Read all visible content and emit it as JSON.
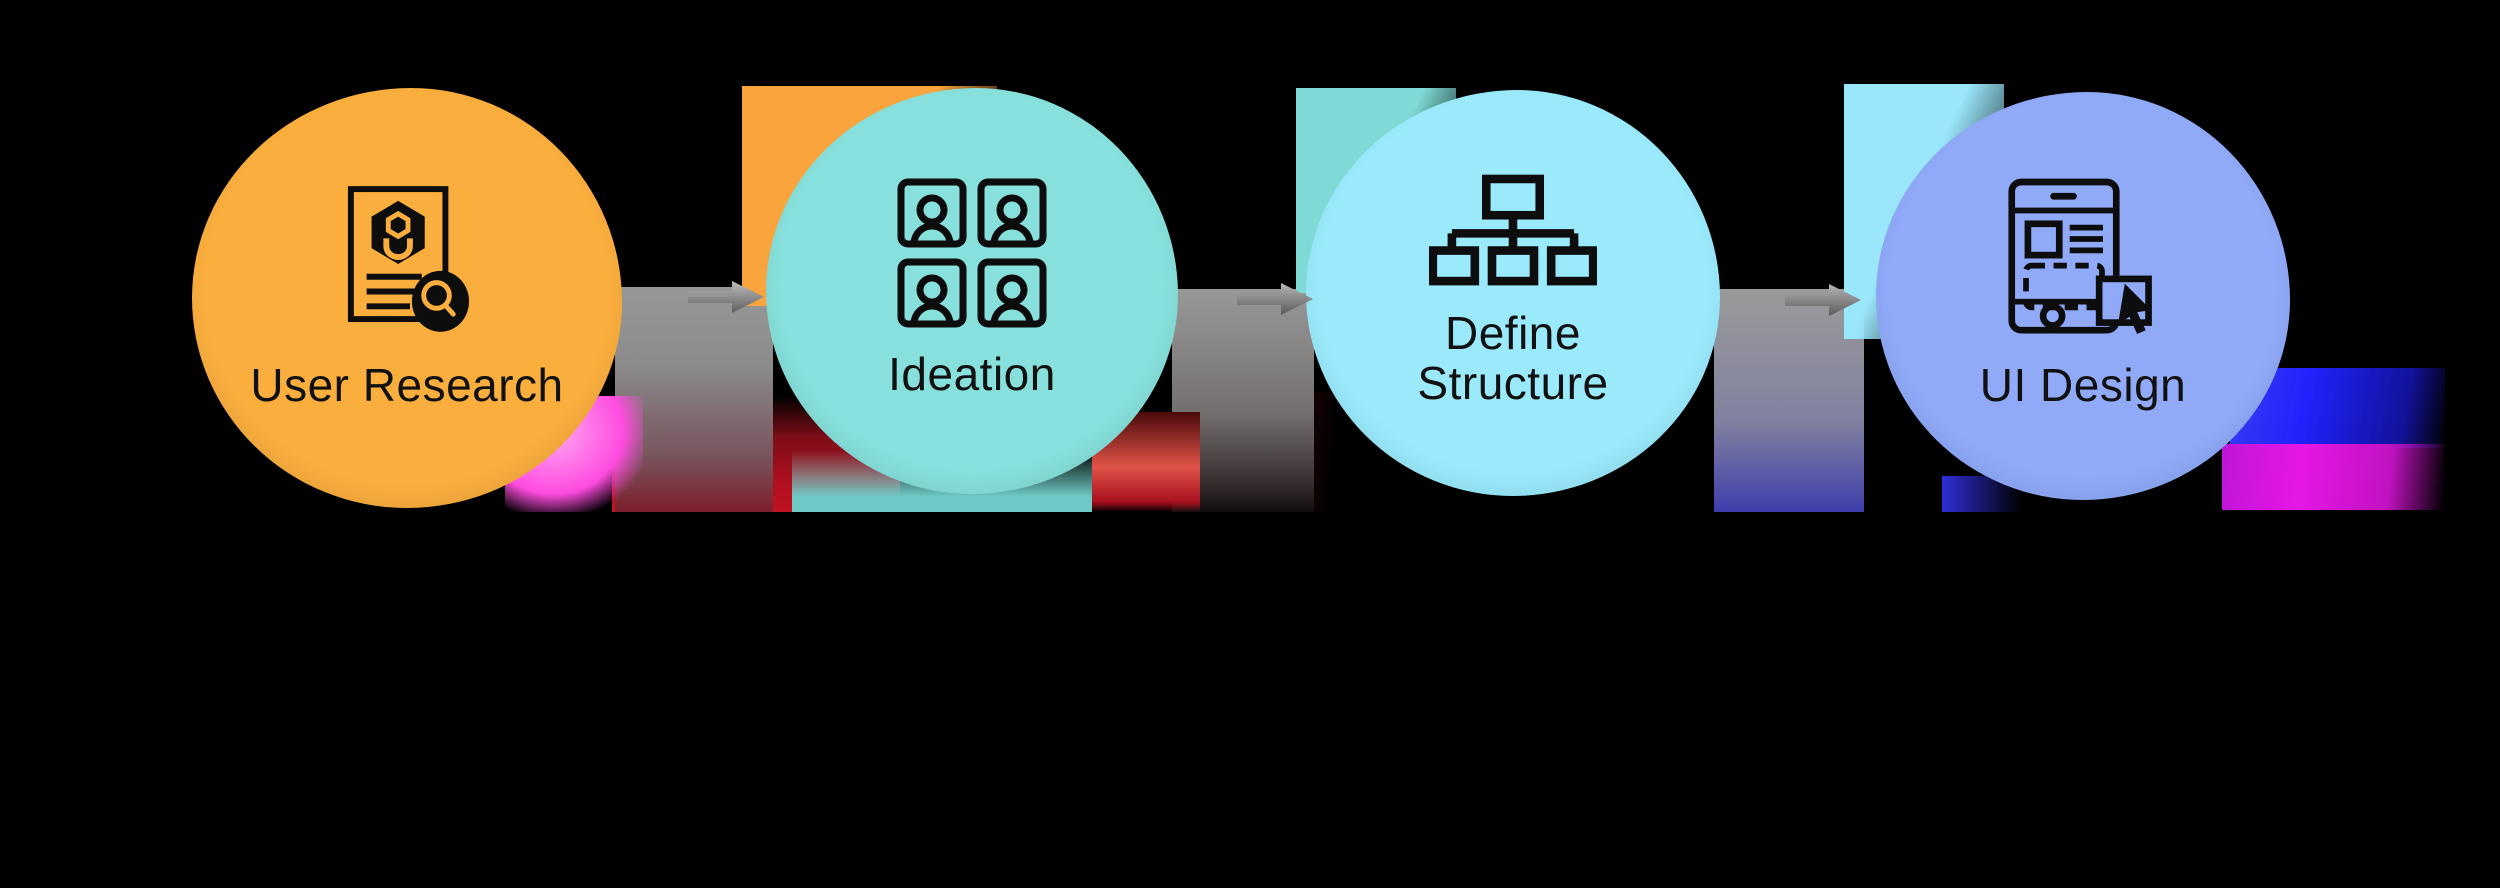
{
  "diagram": {
    "type": "process-flow",
    "background_color": "#000000",
    "text_color": "#111111",
    "connector_color": "#9a9a9a",
    "steps": [
      {
        "label": "User Research",
        "lines": [
          "User Research"
        ],
        "icon": "user-research-document-search-icon",
        "circle_color": "#FAAE3E",
        "shadow_glow_colors": [
          "#FF4CE0",
          "#B01020"
        ]
      },
      {
        "label": "Ideation",
        "lines": [
          "Ideation"
        ],
        "icon": "ideation-people-grid-icon",
        "circle_color": "#87E0DB",
        "shadow_glow_colors": [
          "#E05348",
          "#6FC9C4"
        ]
      },
      {
        "label": "Define Structure",
        "lines": [
          "Define",
          "Structure"
        ],
        "icon": "define-structure-sitemap-icon",
        "circle_color": "#9AEAFC",
        "shadow_glow_colors": [
          "#7FD9D4"
        ]
      },
      {
        "label": "UI Design",
        "lines": [
          "UI Design"
        ],
        "icon": "ui-design-mobile-wireframe-icon",
        "circle_color": "#90AAF8",
        "shadow_glow_colors": [
          "#2222FF",
          "#E617E6"
        ]
      }
    ]
  }
}
